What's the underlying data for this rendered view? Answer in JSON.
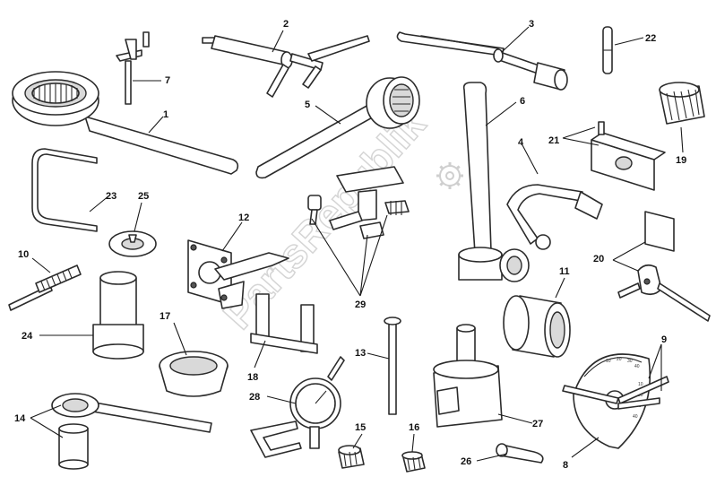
{
  "watermark": "PartsRepublik",
  "callouts": {
    "c1": "1",
    "c2": "2",
    "c3": "3",
    "c4": "4",
    "c5": "5",
    "c6": "6",
    "c7": "7",
    "c8": "8",
    "c9": "9",
    "c10": "10",
    "c11": "11",
    "c12": "12",
    "c13": "13",
    "c14": "14",
    "c15": "15",
    "c16": "16",
    "c17": "17",
    "c18": "18",
    "c19": "19",
    "c20": "20",
    "c21": "21",
    "c22": "22",
    "c23": "23",
    "c24": "24",
    "c25": "25",
    "c26": "26",
    "c27": "27",
    "c28": "28",
    "c29": "29"
  },
  "dial_scale": [
    "10",
    "20",
    "30",
    "40",
    "10",
    "20",
    "30",
    "40"
  ]
}
